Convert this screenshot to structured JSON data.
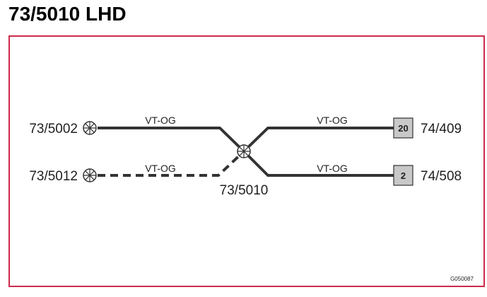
{
  "title": "73/5010 LHD",
  "colors": {
    "frame": "#cc2a4a",
    "wire": "#333333",
    "connector_fill": "#c8c8c8",
    "text": "#1f1f1f"
  },
  "diagram": {
    "left_components": [
      {
        "id": "73/5002",
        "symbol": "ground-point-icon"
      },
      {
        "id": "73/5012",
        "symbol": "ground-point-icon"
      }
    ],
    "splice": {
      "id": "73/5010",
      "symbol": "splice-point-icon"
    },
    "right_components": [
      {
        "id": "74/409",
        "pin": "20"
      },
      {
        "id": "74/508",
        "pin": "2"
      }
    ],
    "wires": [
      {
        "color": "VT-OG",
        "style": "solid"
      },
      {
        "color": "VT-OG",
        "style": "dashed"
      },
      {
        "color": "VT-OG",
        "style": "solid"
      },
      {
        "color": "VT-OG",
        "style": "solid"
      }
    ],
    "figure_ref": "G050087"
  }
}
